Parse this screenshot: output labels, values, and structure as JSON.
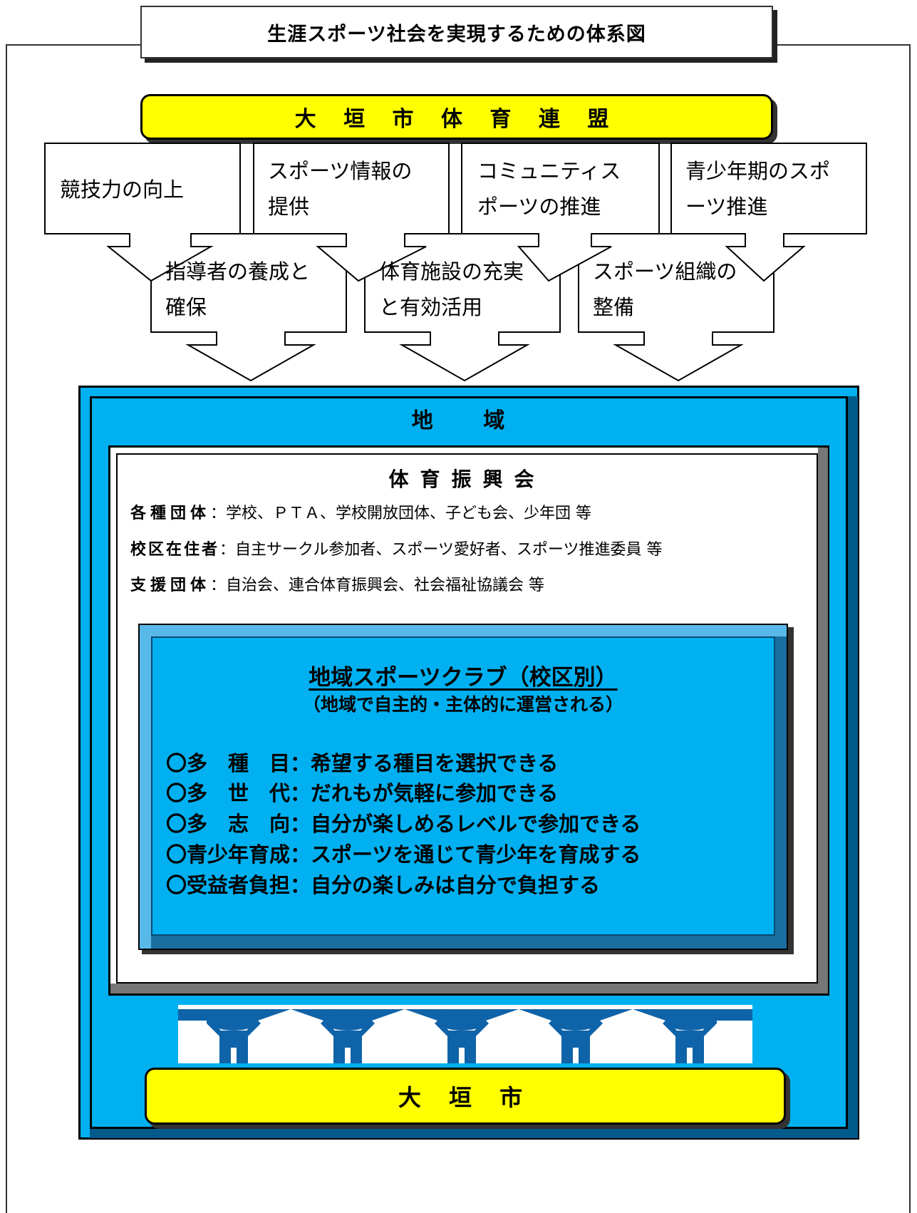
{
  "title": "生涯スポーツ社会を実現するための体系図",
  "top_banner": "大 垣 市 体 育 連 盟",
  "top_callouts": [
    {
      "line1": "競技力の向上",
      "line2": ""
    },
    {
      "line1": "スポーツ情報の",
      "line2": "提供"
    },
    {
      "line1": "コミュニティス",
      "line2": "ポーツの推進"
    },
    {
      "line1": "青少年期のスポ",
      "line2": "ーツ推進"
    }
  ],
  "mid_callouts": [
    {
      "line1": "指導者の養成と",
      "line2": "確保"
    },
    {
      "line1": "体育施設の充実",
      "line2": "と有効活用"
    },
    {
      "line1": "スポーツ組織の",
      "line2": "整備"
    }
  ],
  "region_label": "地 域",
  "panel": {
    "title": "体育振興会",
    "rows": [
      {
        "label": "各種団体",
        "value": "：学校、ＰＴＡ、学校開放団体、子ども会、少年団 等"
      },
      {
        "label": "校区在住者",
        "value": "：自主サークル参加者、スポーツ愛好者、スポーツ推進委員 等"
      },
      {
        "label": "支援団体",
        "value": "：自治会、連合体育振興会、社会福祉協議会 等"
      }
    ]
  },
  "club": {
    "title": "地域スポーツクラブ（校区別）",
    "subtitle": "（地域で自主的・主体的に運営される）",
    "features": [
      "〇多　種　目：希望する種目を選択できる",
      "〇多　世　代：だれもが気軽に参加できる",
      "〇多　志　向：自分が楽しめるレベルで参加できる",
      "〇青少年育成：スポーツを通じて青少年を育成する",
      "〇受益者負担：自分の楽しみは自分で負担する"
    ]
  },
  "bottom_banner": "大 垣 市",
  "colors": {
    "yellow": "#ffff00",
    "region_blue": "#00b0f0",
    "people_blue": "#0f63a8",
    "dark_blue": "#005a8a"
  },
  "icons": [
    "people-chain-icon"
  ]
}
